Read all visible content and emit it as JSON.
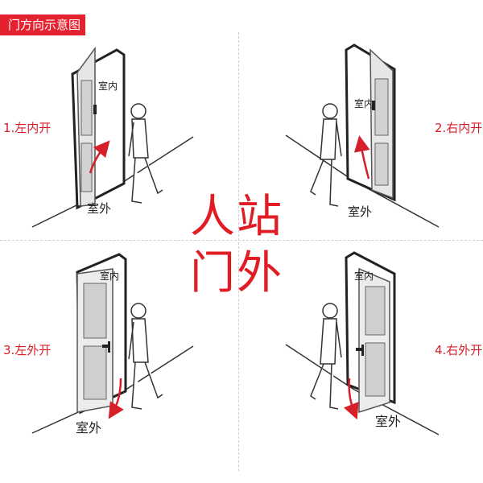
{
  "title": "门方向示意图",
  "center_text": {
    "line1": "人站",
    "line2": "门外"
  },
  "panels": [
    {
      "label": "1.左内开",
      "room_inside": "室内",
      "room_outside": "室外"
    },
    {
      "label": "2.右内开",
      "room_inside": "室内",
      "room_outside": "室外"
    },
    {
      "label": "3.左外开",
      "room_inside": "室内",
      "room_outside": "室外"
    },
    {
      "label": "4.右外开",
      "room_inside": "室内",
      "room_outside": "室外"
    }
  ],
  "colors": {
    "accent": "#e4212f",
    "door_frame": "#222222",
    "door_panel": "#d9d9d9"
  }
}
